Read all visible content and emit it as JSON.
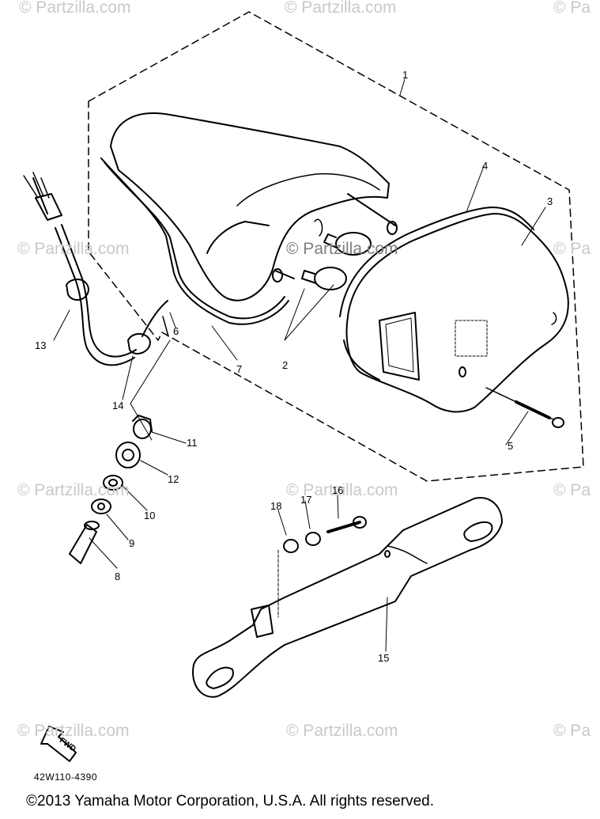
{
  "watermarks": {
    "top_left": "© Partzilla.com",
    "top_center": "© Partzilla.com",
    "top_right": "© Pa",
    "mid_left": "© Partzilla.com",
    "mid_center": "© Partzilla.com",
    "mid_right": "© Pa",
    "low_left": "© Partzilla.com",
    "low_center": "© Partzilla.com",
    "low_right": "© Pa",
    "bottom_left": "© Partzilla.com",
    "bottom_center": "© Partzilla.com",
    "bottom_right": "© Pa"
  },
  "callouts": {
    "c1": "1",
    "c2": "2",
    "c3": "3",
    "c4": "4",
    "c5": "5",
    "c6": "6",
    "c7": "7",
    "c8": "8",
    "c9": "9",
    "c10": "10",
    "c11": "11",
    "c12": "12",
    "c13": "13",
    "c14": "14",
    "c15": "15",
    "c16": "16",
    "c17": "17",
    "c18": "18"
  },
  "fwd_arrow": {
    "label": "FWD"
  },
  "part_code": "42W110-4390",
  "copyright": "©2013 Yamaha Motor Corporation, U.S.A. All rights reserved."
}
